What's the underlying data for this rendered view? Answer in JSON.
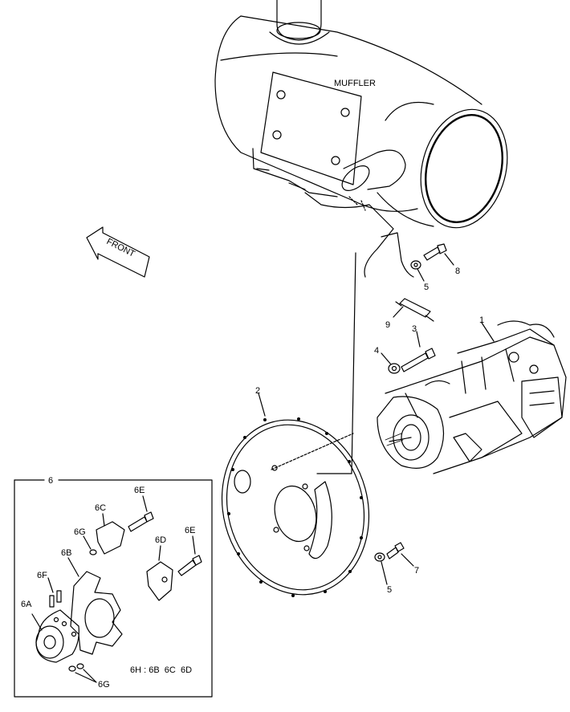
{
  "labels": {
    "muffler": "MUFFLER",
    "front": "FRONT",
    "legend": "6H : 6B  6C  6D"
  },
  "callouts": {
    "c1": "1",
    "c2": "2",
    "c3": "3",
    "c4": "4",
    "c5a": "5",
    "c5b": "5",
    "c6": "6",
    "c6a": "6A",
    "c6b": "6B",
    "c6c": "6C",
    "c6d": "6D",
    "c6e1": "6E",
    "c6e2": "6E",
    "c6f": "6F",
    "c6g1": "6G",
    "c6g2": "6G",
    "c7": "7",
    "c8": "8",
    "c9": "9"
  }
}
